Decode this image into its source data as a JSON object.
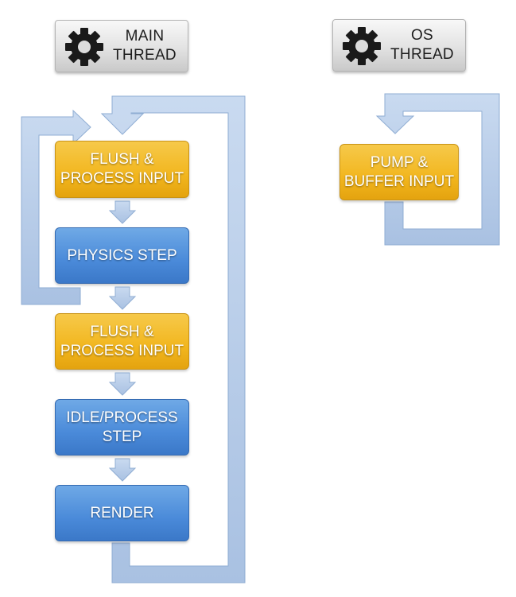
{
  "main_thread": {
    "header": {
      "line1": "MAIN",
      "line2": "THREAD",
      "icon": "gear-icon"
    },
    "steps": [
      {
        "line1": "FLUSH &",
        "line2": "PROCESS INPUT",
        "color": "yellow"
      },
      {
        "line1": "PHYSICS STEP",
        "line2": "",
        "color": "blue"
      },
      {
        "line1": "FLUSH &",
        "line2": "PROCESS INPUT",
        "color": "yellow"
      },
      {
        "line1": "IDLE/PROCESS",
        "line2": "STEP",
        "color": "blue"
      },
      {
        "line1": "RENDER",
        "line2": "",
        "color": "blue"
      }
    ]
  },
  "os_thread": {
    "header": {
      "line1": "OS",
      "line2": "THREAD",
      "icon": "gear-icon"
    },
    "steps": [
      {
        "line1": "PUMP &",
        "line2": "BUFFER INPUT",
        "color": "yellow"
      }
    ]
  },
  "colors": {
    "yellow_box": "#f2b61e",
    "blue_box": "#4a8ad9",
    "arrow_fill": "#b7cde8",
    "arrow_edge": "#8fadd3",
    "header_bg": "#e2e2e2"
  }
}
